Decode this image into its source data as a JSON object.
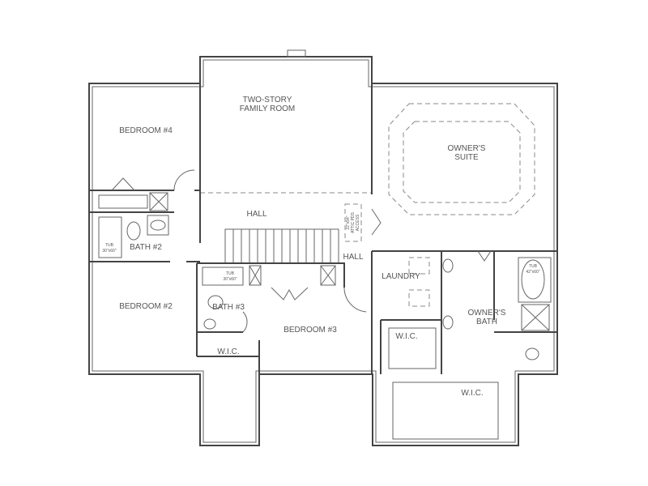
{
  "rooms": {
    "family_room": [
      "TWO-STORY",
      "FAMILY ROOM"
    ],
    "owners_suite": [
      "OWNER'S",
      "SUITE"
    ],
    "bedroom4": "BEDROOM #4",
    "bedroom2": "BEDROOM #2",
    "bedroom3": "BEDROOM #3",
    "bath2": "BATH #2",
    "bath3": "BATH #3",
    "hall_upper": "HALL",
    "hall_lower": "HALL",
    "laundry": "LAUNDRY",
    "owners_bath": [
      "OWNER'S",
      "BATH"
    ],
    "wic_left": "W.I.C.",
    "wic_mid": "W.I.C.",
    "wic_owner": "W.I.C."
  },
  "fixtures": {
    "tub_bath2": [
      "TUB",
      "30\"x60\""
    ],
    "tub_bath3": [
      "TUB",
      "30\"x60\""
    ],
    "tub_owner": [
      "TUB",
      "42\"x60\""
    ],
    "attic_access": [
      "22\"x54\"",
      "ATTIC PDS",
      "ACCESS"
    ]
  }
}
